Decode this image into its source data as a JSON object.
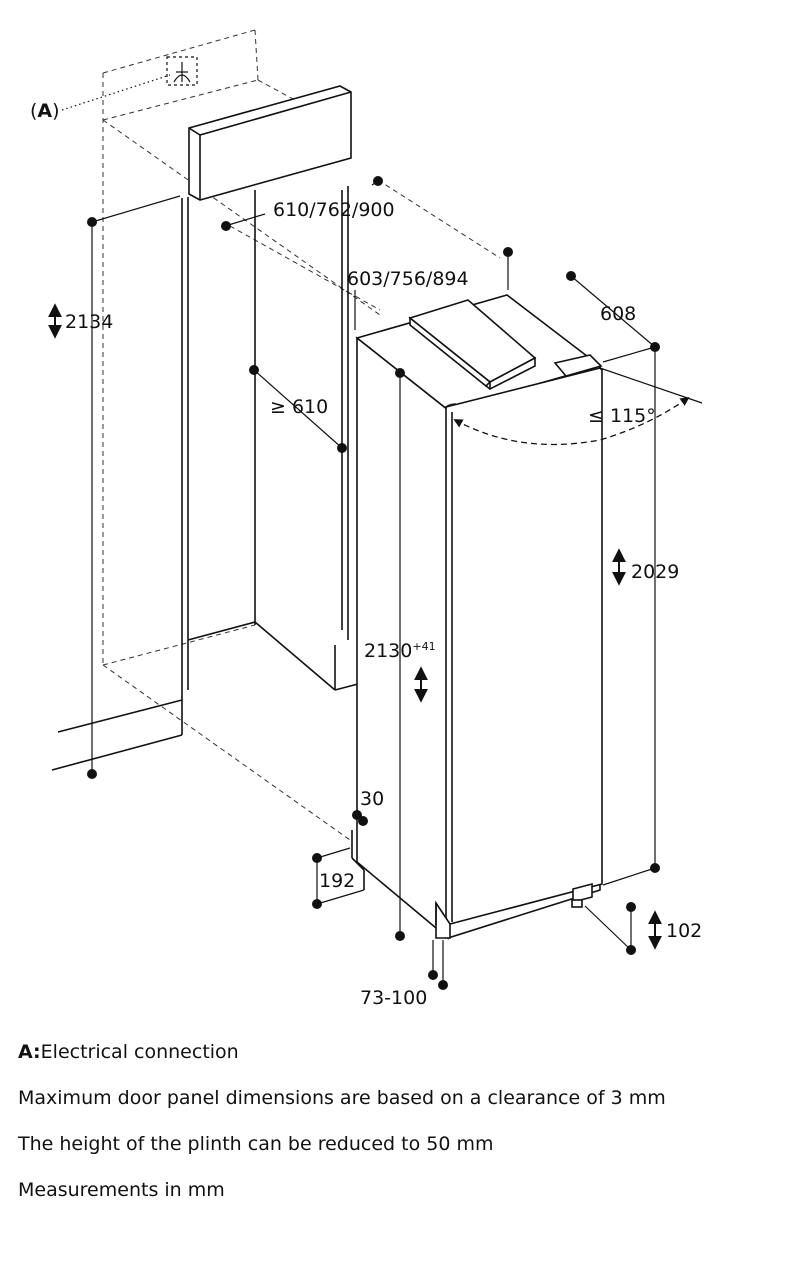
{
  "callout": {
    "letter": "A",
    "open": "(",
    "close": ")"
  },
  "dimensions": {
    "niche_height": "2134",
    "niche_width": "610/762/900",
    "inner_width": "603/756/894",
    "depth_min": "≥ 610",
    "appliance_depth": "608",
    "door_angle": "≤ 115°",
    "door_height": "2029",
    "appliance_height": "2130",
    "appliance_height_tol": "+41",
    "plinth_gap": "30",
    "vent_depth": "192",
    "plinth_height": "102",
    "side_offset": "73-100"
  },
  "notes": {
    "a_key": "A:",
    "a_text": "Electrical connection",
    "line1": "Maximum door panel dimensions are based on a clearance of 3 mm",
    "line2": "The height of the plinth can be reduced to 50 mm",
    "line3": "Measurements in mm"
  }
}
